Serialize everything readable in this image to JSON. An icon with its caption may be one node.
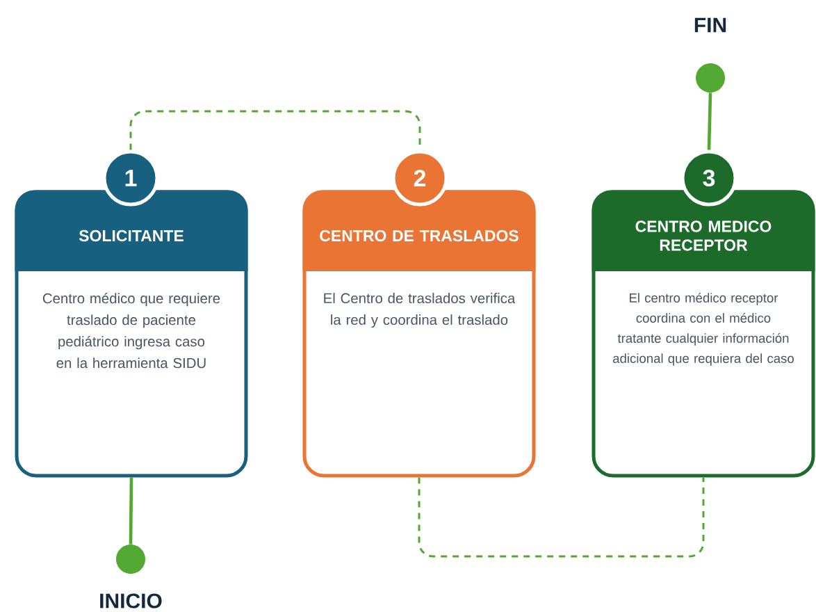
{
  "diagram": {
    "nodes": [
      {
        "text": [
          "SOLICITANTE",
          "Centro médico que requiere traslado de paciente pediátrico ingresa caso en la herramienta SIDU"
        ]
      },
      {
        "text": [
          "1"
        ]
      },
      {
        "text": [
          "CENTRO DE TRASLADOS",
          "El Centro de traslados verifica la red y coordina el traslado"
        ]
      },
      {
        "text": [
          "2"
        ]
      },
      {
        "text": [
          "CENTRO MEDICO RECEPTOR",
          "El centro médico receptor coordina con el médico tratante cualquier información adicional que requiera del caso"
        ]
      },
      {
        "text": [
          "3"
        ]
      },
      {
        "text": [],
        "shape": "circle",
        "beside": [
          "INICIO"
        ]
      },
      {
        "text": [],
        "shape": "circle",
        "beside": [
          "FIN"
        ]
      }
    ],
    "edges": [
      {
        "from": 6,
        "to": 0,
        "arrow": "none"
      },
      {
        "from": 1,
        "to": 3,
        "arrow": "none",
        "style": "dashed"
      },
      {
        "from": 2,
        "to": 4,
        "arrow": "none",
        "style": "dashed"
      },
      {
        "from": 5,
        "to": 7,
        "arrow": "none"
      }
    ]
  }
}
